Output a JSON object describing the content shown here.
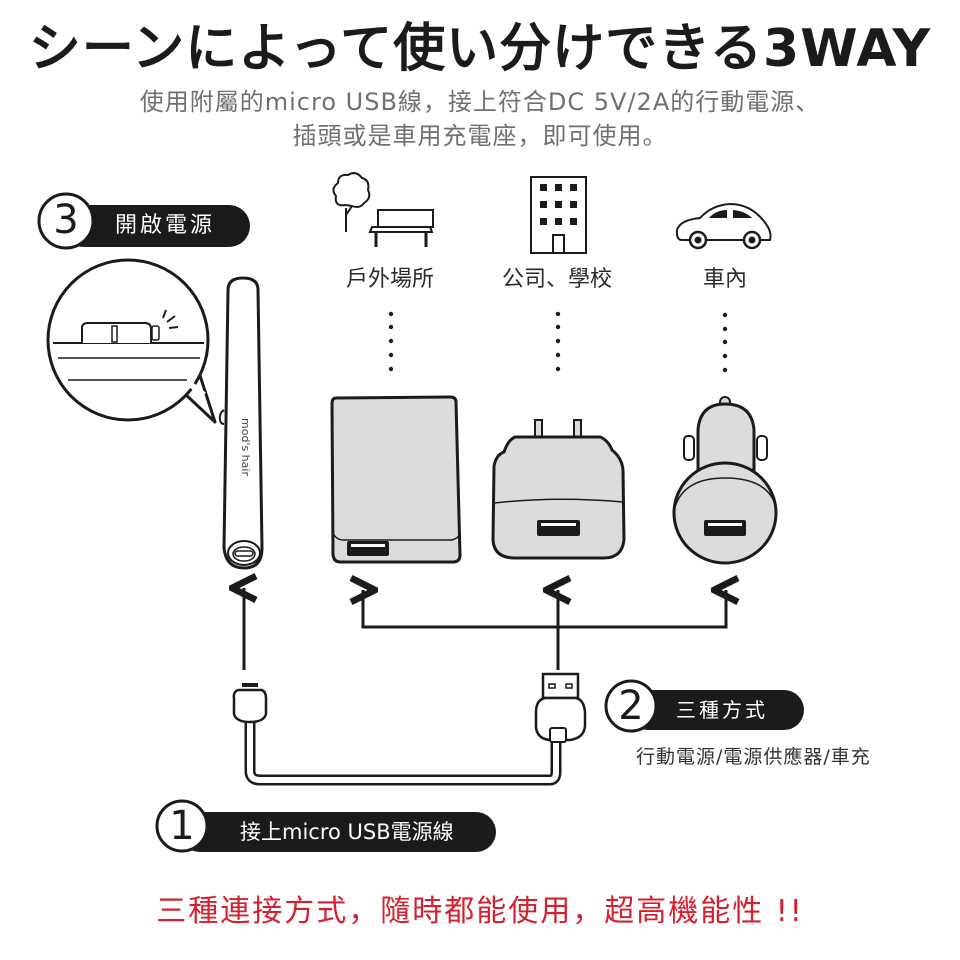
{
  "header": {
    "title": "シーンによって使い分けできる3WAY",
    "subtitle_line1": "使用附屬的micro USB線，接上符合DC 5V/2A的行動電源、",
    "subtitle_line2": "插頭或是車用充電座，即可使用。"
  },
  "steps": [
    {
      "number": "1",
      "label": "接上micro USB電源線"
    },
    {
      "number": "2",
      "label": "三種方式",
      "detail": "行動電源/電源供應器/車充"
    },
    {
      "number": "3",
      "label": "開啟電源"
    }
  ],
  "places": [
    {
      "icon": "park-bench-icon",
      "label": "戶外場所"
    },
    {
      "icon": "office-building-icon",
      "label": "公司、學校"
    },
    {
      "icon": "car-icon",
      "label": "車內"
    }
  ],
  "devices": [
    {
      "icon": "power-bank-icon",
      "name": "行動電源"
    },
    {
      "icon": "wall-adapter-icon",
      "name": "電源供應器"
    },
    {
      "icon": "car-charger-icon",
      "name": "車充"
    }
  ],
  "product": {
    "brand": "mod's hair"
  },
  "footer": {
    "tagline": "三種連接方式，隨時都能使用，超高機能性 !!"
  },
  "colors": {
    "accent_red": "#d6202f",
    "device_gray": "#dcdcdc",
    "ink": "#1b1b1b"
  }
}
